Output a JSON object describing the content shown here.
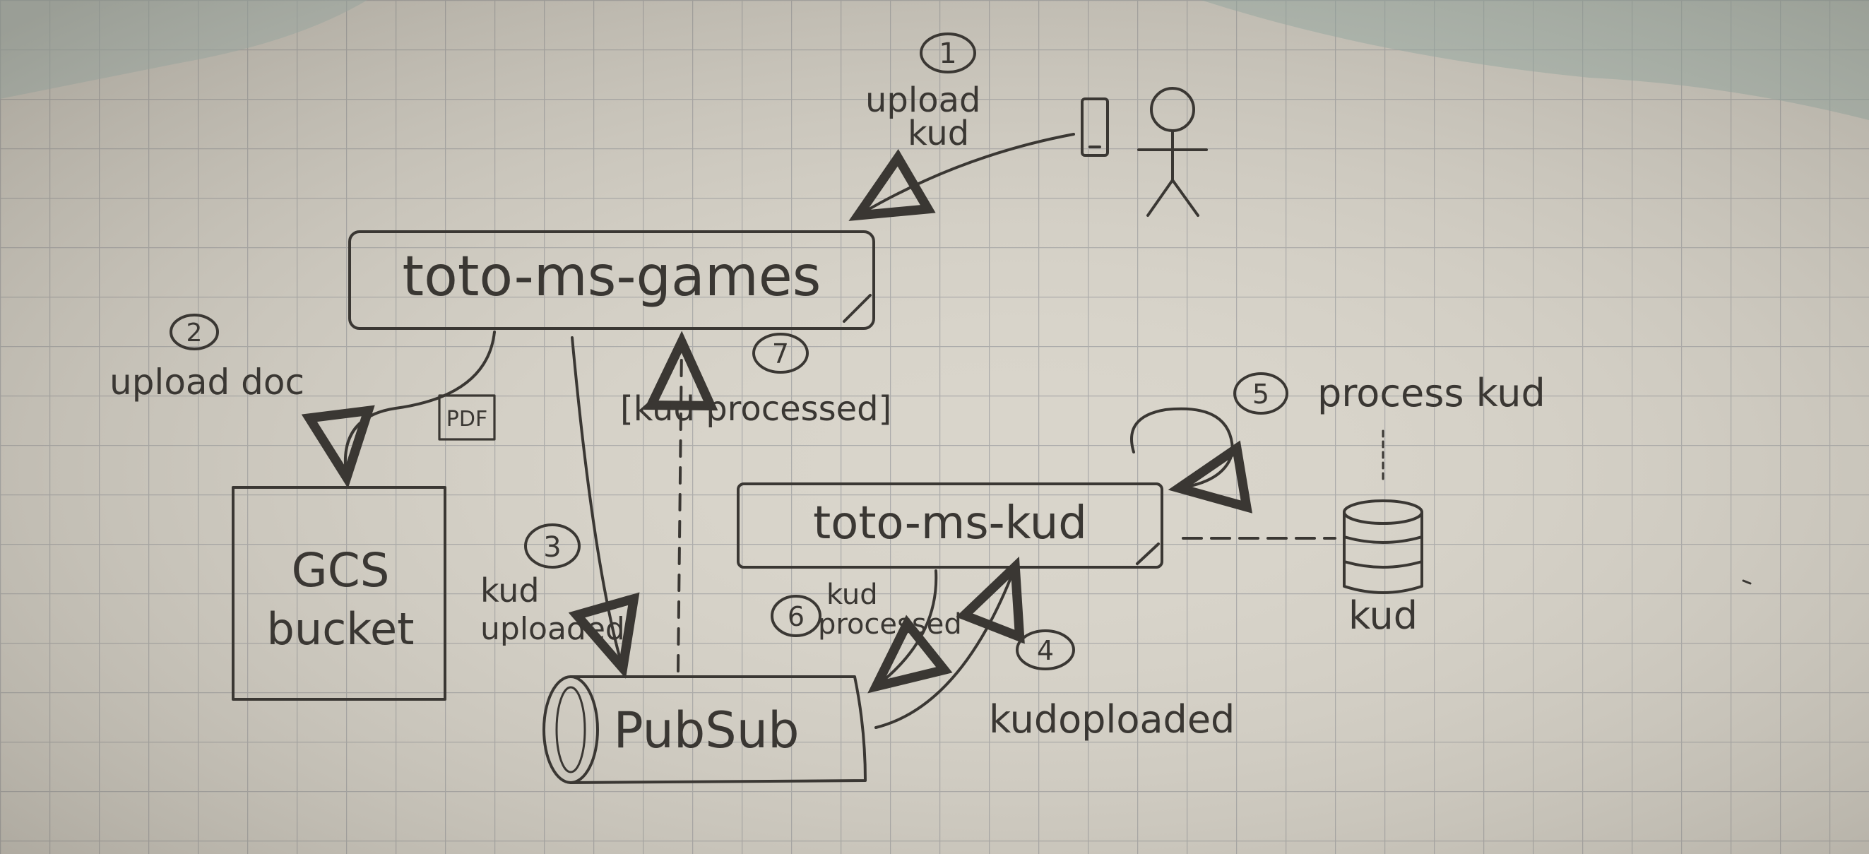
{
  "colors": {
    "paper": "#d9d5cb",
    "grid": "#a9a9a9",
    "ink": "#3a3733",
    "corner_tint": "#a8c0bb"
  },
  "steps": {
    "s1": "1",
    "s2": "2",
    "s3": "3",
    "s4": "4",
    "s5": "5",
    "s6": "6",
    "s7": "7"
  },
  "labels": {
    "upload_kud_1": "upload",
    "upload_kud_2": "kud",
    "upload_doc": "upload doc",
    "kud_uploaded_1": "kud",
    "kud_uploaded_2": "uploaded",
    "kud_processed_bracket": "[kud processed]",
    "process_kud": "process kud",
    "kud_processed_1": "kud",
    "kud_processed_2": "processed",
    "kud_uploaded_4": "kudoploaded",
    "pdf_icon": "PDF",
    "db_label": "kud"
  },
  "nodes": {
    "games_service": "toto-ms-games",
    "gcs_line1": "GCS",
    "gcs_line2": "bucket",
    "kud_service": "toto-ms-kud",
    "pubsub": "PubSub"
  }
}
